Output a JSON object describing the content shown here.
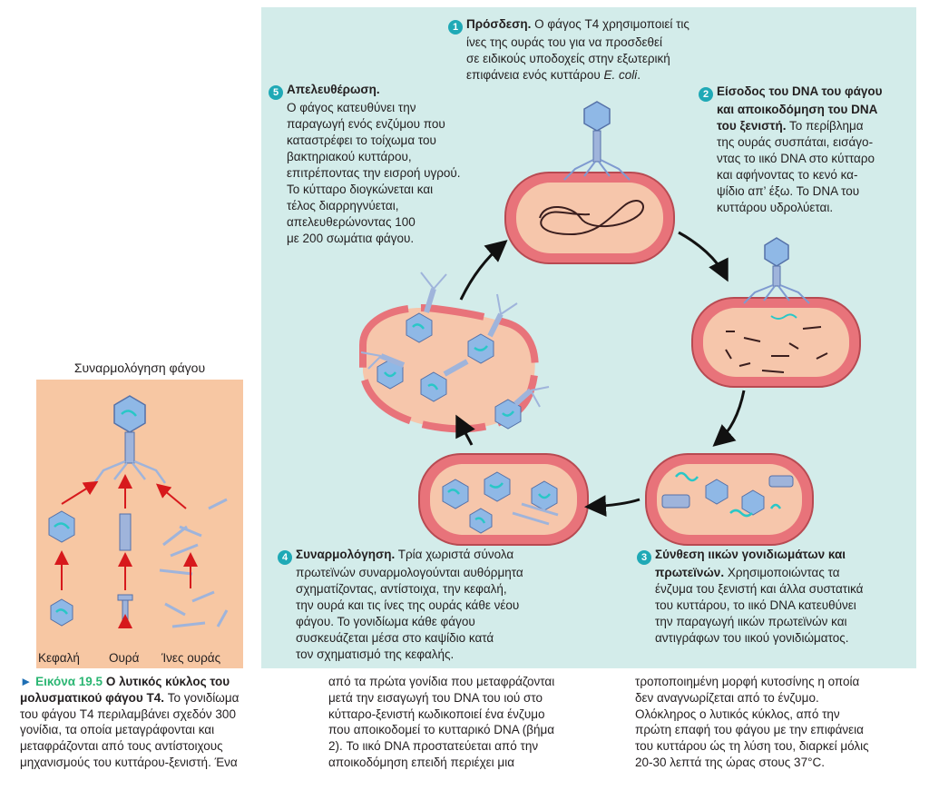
{
  "assembly": {
    "title": "Συναρμολόγηση φάγου",
    "head_label": "Κεφαλή",
    "tail_label": "Ουρά",
    "fibers_label": "Ίνες ουράς"
  },
  "step1": {
    "num": "1",
    "title": "Πρόσδεση.",
    "line1": " Ο φάγος T4 χρησιμοποιεί τις",
    "line2": "ίνες της ουράς του για να προσδεθεί",
    "line3": "σε ειδικούς υποδοχείς στην εξωτερική",
    "line4": "επιφάνεια ενός κυττάρου ",
    "italic": "E. coli",
    "end": "."
  },
  "step2": {
    "num": "2",
    "title1": "Είσοδος του DNA του φάγου",
    "title2": "και αποικοδόμηση του DNA",
    "title3": "του ξενιστή.",
    "lines": [
      " Το περίβλημα",
      "της ουράς συσπάται, εισάγο-",
      "ντας το ιικό DNA στο κύτταρο",
      "και αφήνοντας το κενό κα-",
      "ψίδιο απ’ έξω. Το DNA του",
      "κυττάρου υδρολύεται."
    ]
  },
  "step3": {
    "num": "3",
    "title1": "Σύνθεση ιικών γονιδιωμάτων και",
    "title2": "πρωτεϊνών.",
    "lines": [
      " Χρησιμοποιώντας τα",
      "ένζυμα του ξενιστή και άλλα συστατικά",
      "του κυττάρου, το ιικό DNA κατευθύνει",
      "την παραγωγή ιικών πρωτεϊνών και",
      "αντιγράφων του ιικού γονιδιώματος."
    ]
  },
  "step4": {
    "num": "4",
    "title": "Συναρμολόγηση.",
    "lines": [
      " Τρία χωριστά σύνολα",
      "πρωτεϊνών συναρμολογούνται αυθόρμητα",
      "σχηματίζοντας, αντίστοιχα, την κεφαλή,",
      "την ουρά και τις ίνες της ουράς κάθε νέου",
      "φάγου. Το γονιδίωμα κάθε φάγου",
      "συσκευάζεται μέσα στο καψίδιο κατά",
      "τον σχηματισμό της κεφαλής."
    ]
  },
  "step5": {
    "num": "5",
    "title": "Απελευθέρωση.",
    "lines": [
      "Ο φάγος κατευθύνει την",
      "παραγωγή ενός ενζύμου που",
      "καταστρέφει το τοίχωμα του",
      "βακτηριακού κυττάρου,",
      "επιτρέποντας την εισροή υγρού.",
      "Το κύτταρο διογκώνεται και",
      "τέλος διαρρηγνύεται,",
      "απελευθερώνοντας 100",
      "με 200 σωμάτια φάγου."
    ]
  },
  "caption": {
    "arrow": "►",
    "label": "Εικόνα 19.5",
    "title1": "Ο λυτικός κύκλος του",
    "title2": "μολυσματικού φάγου T4.",
    "col1": [
      " Το γονιδίωμα",
      "του φάγου T4 περιλαμβάνει σχεδόν 300",
      "γονίδια, τα οποία μεταγράφονται και",
      "μεταφράζονται από τους αντίστοιχους",
      "μηχανισμούς του κυττάρου-ξενιστή. Ένα"
    ],
    "col2": [
      "από τα πρώτα γονίδια που μεταφράζονται",
      "μετά την εισαγωγή του DNA του ιού στο",
      "κύτταρο-ξενιστή κωδικοποιεί ένα ένζυμο",
      "που αποικοδομεί το κυτταρικό DNA (βήμα",
      "2). Το ιικό DNA προστατεύεται από την",
      "αποικοδόμηση επειδή περιέχει μια"
    ],
    "col3": [
      "τροποποιημένη μορφή κυτοσίνης η οποία",
      "δεν αναγνωρίζεται από το ένζυμο.",
      "Ολόκληρος ο λυτικός κύκλος, από την",
      "πρώτη επαφή του φάγου με την επιφάνεια",
      "του κυττάρου ώς τη λύση του, διαρκεί μόλις",
      "20-30 λεπτά της ώρας στους 37°C."
    ]
  },
  "colors": {
    "panel": "#d3ecea",
    "assembly_bg": "#f7c7a3",
    "cell_wall": "#e8737a",
    "cytoplasm": "#f6c6ab",
    "capsid": "#8fb8e6",
    "dna": "#29c7c7",
    "step_badge": "#1fa9b6"
  }
}
